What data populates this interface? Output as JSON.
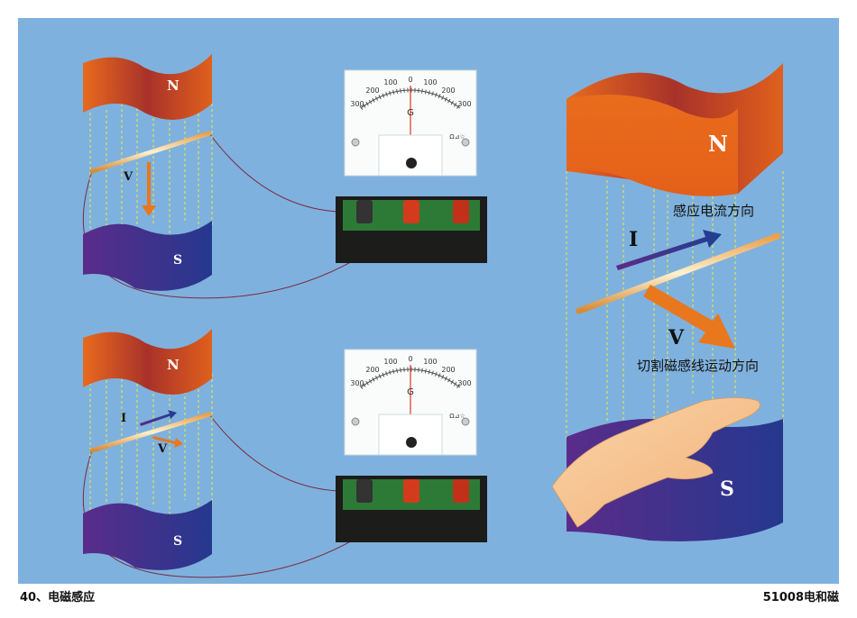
{
  "labels": {
    "north": "N",
    "south": "S",
    "velocity": "V",
    "current": "I",
    "induced_current_direction": "感应电流方向",
    "cutting_motion_direction": "切割磁感线运动方向"
  },
  "galvanometer": {
    "scale_left": [
      "300",
      "200",
      "100"
    ],
    "zero": "0",
    "scale_right": [
      "100",
      "200",
      "300"
    ],
    "letter": "G",
    "symbols": "Ω⊿☆"
  },
  "footer": {
    "left": "40、电磁感应",
    "right": "51008电和磁"
  },
  "colors": {
    "background": "#7fb1de",
    "magnet_north": "#e5661b",
    "magnet_south": "#2a3a8f",
    "field_line": "#f0f030",
    "velocity_arrow": "#e8771e",
    "current_arrow": "#27388c"
  }
}
